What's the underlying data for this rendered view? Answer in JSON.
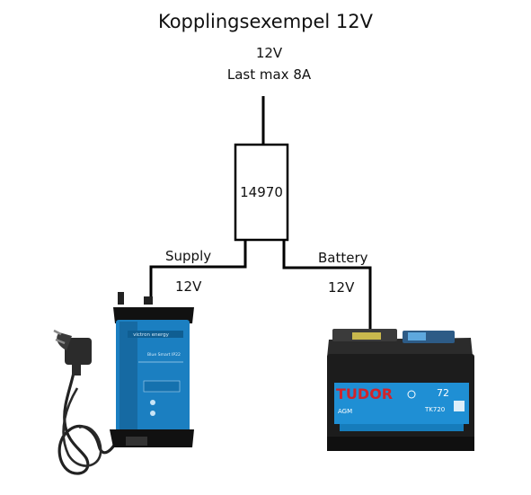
{
  "title": "Kopplingsexempel 12V",
  "load": {
    "voltage": "12V",
    "max_current": "Last max 8A"
  },
  "module": {
    "label": "14970"
  },
  "supply": {
    "label": "Supply",
    "voltage": "12V"
  },
  "battery": {
    "label": "Battery",
    "voltage": "12V",
    "brand": "TUDOR",
    "type": "AGM",
    "capacity": "72",
    "model": "TK720"
  },
  "charger": {
    "brand": "victron energy",
    "model": "Blue Smart IP22"
  },
  "colors": {
    "wire": "#000000",
    "charger_body": "#1b7fc1",
    "battery_body": "#1c1c1c",
    "battery_label": "#1f8fd4",
    "battery_brand": "#d1232a"
  },
  "icons": [
    "power-plug-icon",
    "charger-device-icon",
    "car-battery-icon"
  ]
}
